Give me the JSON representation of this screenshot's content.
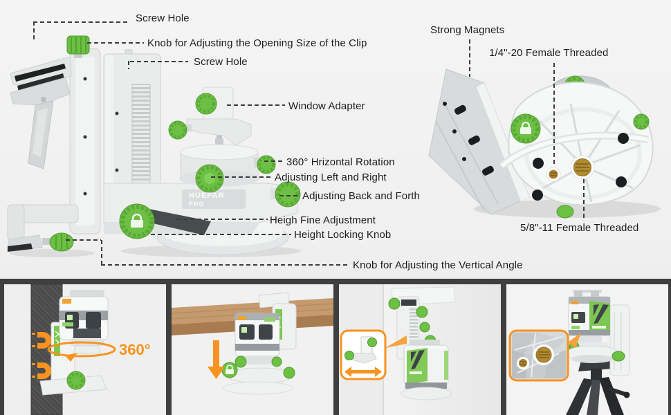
{
  "brand": {
    "logo_main": "HUEPAR",
    "logo_sub": "PRO"
  },
  "colors": {
    "accent_green": "#6cc044",
    "accent_green_dark": "#4e9a2e",
    "accent_orange": "#f7931e",
    "label_text": "#1d1d1d",
    "frame_dark": "#3f3f3f"
  },
  "diagram": {
    "labels": {
      "screw_hole_top": "Screw Hole",
      "clip_knob": "Knob for Adjusting the Opening Size of the Clip",
      "screw_hole_rail": "Screw Hole",
      "window_adapter": "Window Adapter",
      "horizontal_rotation": "360° Hrizontal Rotation",
      "adjust_left_right": "Adjusting Left and Right",
      "adjust_back_forth": "Adjusting Back and Forth",
      "height_fine": "Heigh Fine Adjustment",
      "height_lock": "Height Locking Knob",
      "vertical_angle_knob": "Knob for Adjusting the Vertical Angle",
      "strong_magnets": "Strong Magnets",
      "thread_quarter": "1/4\"-20 Female Threaded",
      "thread_five_eighths": "5/8\"-11 Female Threaded"
    }
  },
  "photos": {
    "rotation_badge": "360°"
  }
}
